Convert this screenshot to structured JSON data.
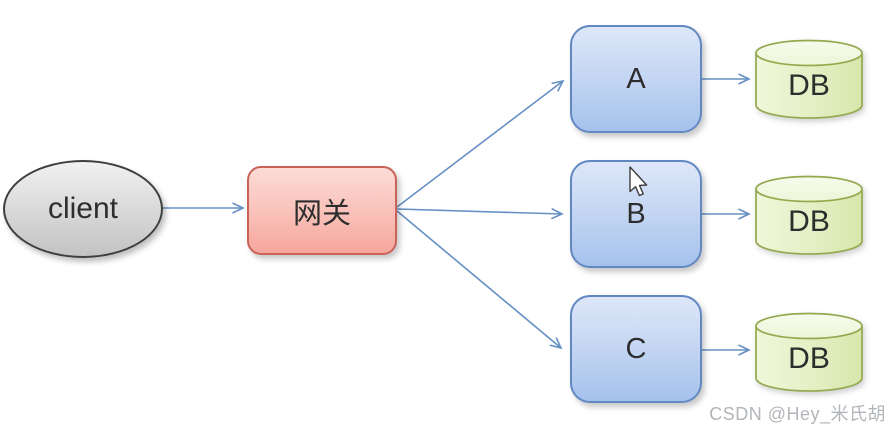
{
  "diagram": {
    "client": {
      "label": "client"
    },
    "gateway": {
      "label": "网关"
    },
    "services": [
      {
        "label": "A",
        "db": {
          "label": "DB"
        }
      },
      {
        "label": "B",
        "db": {
          "label": "DB"
        }
      },
      {
        "label": "C",
        "db": {
          "label": "DB"
        }
      }
    ],
    "watermark": {
      "text": "CSDN @Hey_米氏胡"
    },
    "colors": {
      "arrow": "#6690c4",
      "client_fill_top": "#f1f1f1",
      "client_fill_bottom": "#c3c3c3",
      "client_border": "#3f3f3f",
      "gateway_fill_top": "#fcdbd6",
      "gateway_fill_bottom": "#f6a69c",
      "gateway_border": "#c96358",
      "service_fill_top": "#dde7f8",
      "service_fill_bottom": "#a5c2ec",
      "service_border": "#6288c2",
      "db_body_fill": "#e7f2cb",
      "db_top_fill": "#f4fae6",
      "db_border": "#94a94e",
      "text": "#2d2d2d",
      "watermark_text": "#b2b6ba"
    }
  }
}
